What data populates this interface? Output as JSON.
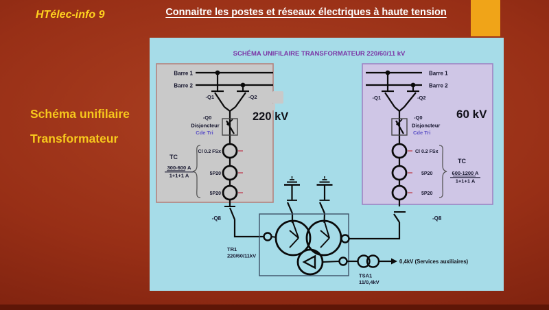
{
  "slide": {
    "badge": "HTélec-info 9",
    "header": "Connaitre les postes et réseaux électriques à haute tension",
    "sidebar_line1": "Schéma unifilaire",
    "sidebar_line2": "Transformateur"
  },
  "diagram": {
    "title": "SCHÉMA UNIFILAIRE TRANSFORMATEUR 220/60/11 kV",
    "left_bay": {
      "voltage": "220 kV",
      "barre1": "Barre 1",
      "barre2": "Barre 2",
      "q1": "-Q1",
      "q2": "-Q2",
      "q0": "-Q0",
      "disjoncteur": "Disjoncteur",
      "cde_tri": "Cde Tri",
      "ct1": "Cl 0.2 FSx",
      "ct2": "5P20",
      "ct3": "5P20",
      "tc": "TC",
      "tc_top": "300-600 A",
      "tc_bottom": "1+1+1 A",
      "q8": "-Q8"
    },
    "right_bay": {
      "voltage": "60 kV",
      "barre1": "Barre 1",
      "barre2": "Barre 2",
      "q1": "-Q1",
      "q2": "-Q2",
      "q0": "-Q0",
      "disjoncteur": "Disjoncteur",
      "cde_tri": "Cde Tri",
      "ct1": "Cl 0.2 FSx",
      "ct2": "5P20",
      "ct3": "5P20",
      "tc": "TC",
      "tc_top": "600-1200 A",
      "tc_bottom": "1+1+1 A",
      "q8": "-Q8"
    },
    "transformer": {
      "name": "TR1",
      "ratio": "220/60/11kV"
    },
    "aux": {
      "name": "TSA1",
      "ratio": "11/0,4kV",
      "output": "0,4kV (Services auxiliaires)"
    },
    "colors": {
      "panel": "#a6dce8",
      "left_box": "#c9c9c9",
      "right_box": "#cfc6e6",
      "title_purple": "#7b35a5",
      "accent_blue": "#5b50c5",
      "ct_dash_red": "#c05868"
    }
  }
}
